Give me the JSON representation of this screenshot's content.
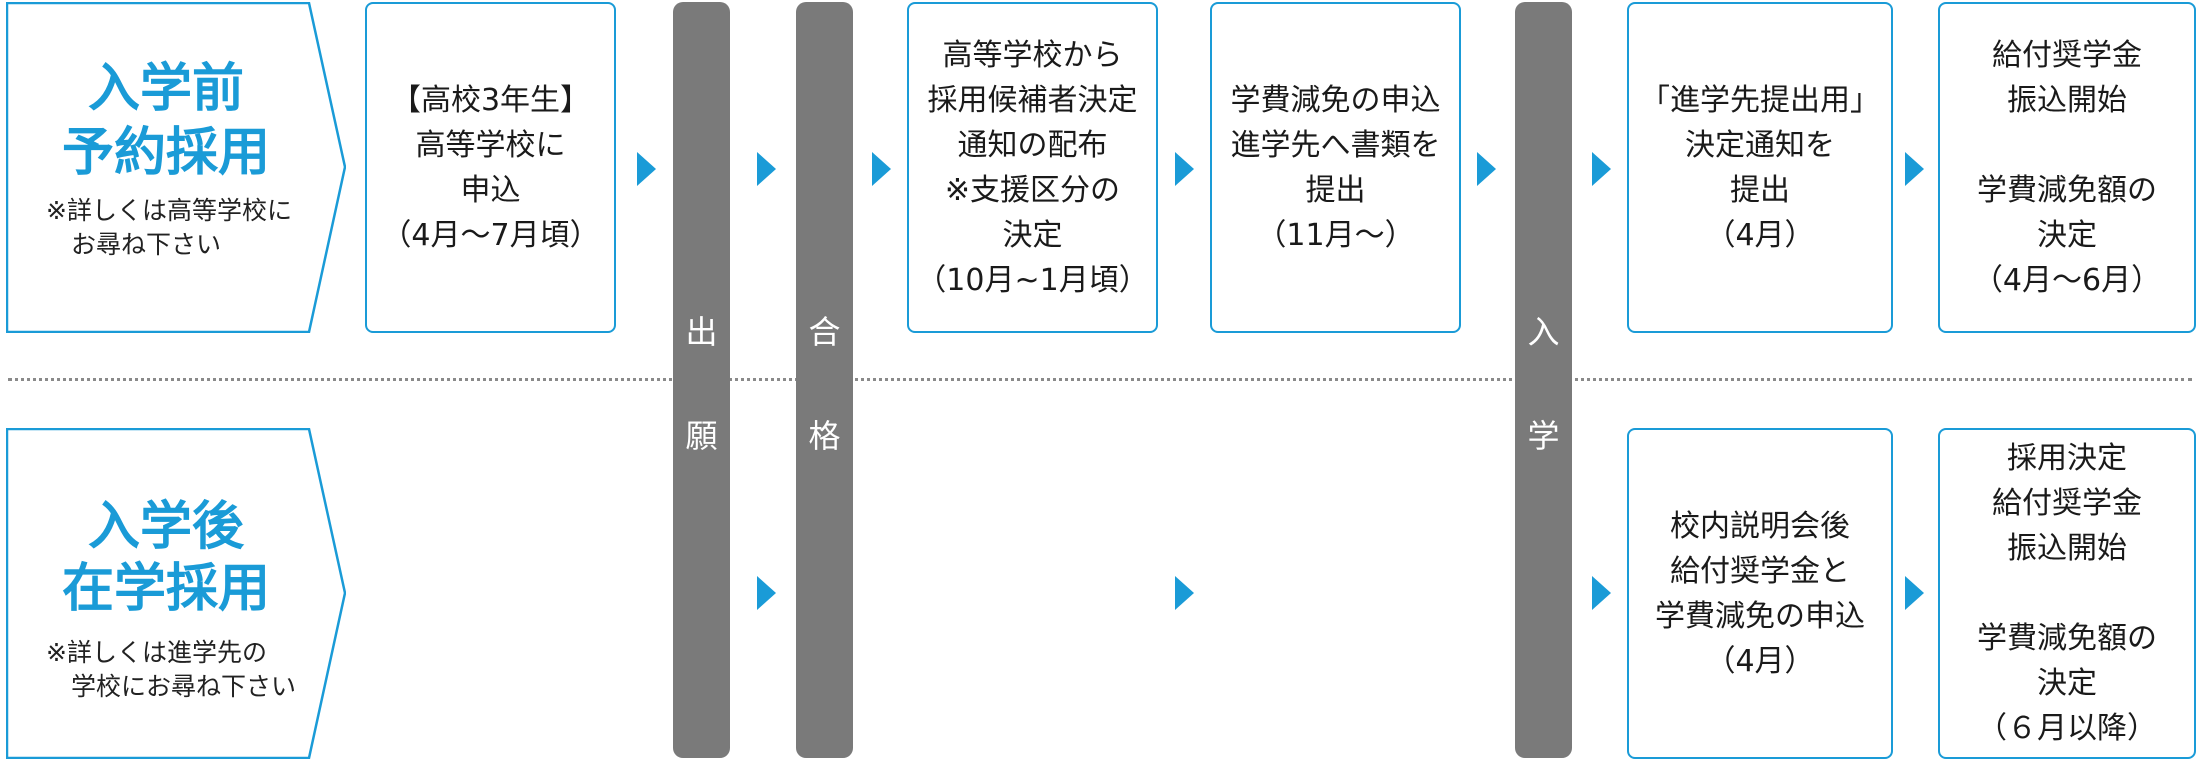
{
  "rows": {
    "before": {
      "title_line1": "入学前",
      "title_line2": "予約採用",
      "note": "※詳しくは高等学校に\n　お尋ね下さい",
      "steps": [
        "【高校3年生】\n高等学校に\n申込\n（4月～7月頃）",
        "高等学校から\n採用候補者決定\n通知の配布\n※支援区分の\n決定\n（10月~1月頃）",
        "学費減免の申込\n進学先へ書類を\n提出\n（11月～）",
        "「進学先提出用」\n決定通知を\n提出\n（4月）",
        "給付奨学金\n振込開始\n\n学費減免額の\n決定\n（4月～6月）"
      ]
    },
    "after": {
      "title_line1": "入学後",
      "title_line2": "在学採用",
      "note": "※詳しくは進学先の\n　学校にお尋ね下さい",
      "steps": [
        "校内説明会後\n給付奨学金と\n学費減免の申込\n（4月）",
        "採用決定\n給付奨学金\n振込開始\n\n学費減免額の\n決定\n（６月以降）"
      ]
    }
  },
  "milestones": {
    "application": [
      "出",
      "願"
    ],
    "acceptance": [
      "合",
      "格"
    ],
    "enrollment": [
      "入",
      "学"
    ]
  },
  "colors": {
    "accent": "#1a9bd7",
    "milestone_bar": "#7a7a7a",
    "divider": "#8a8a8a"
  }
}
